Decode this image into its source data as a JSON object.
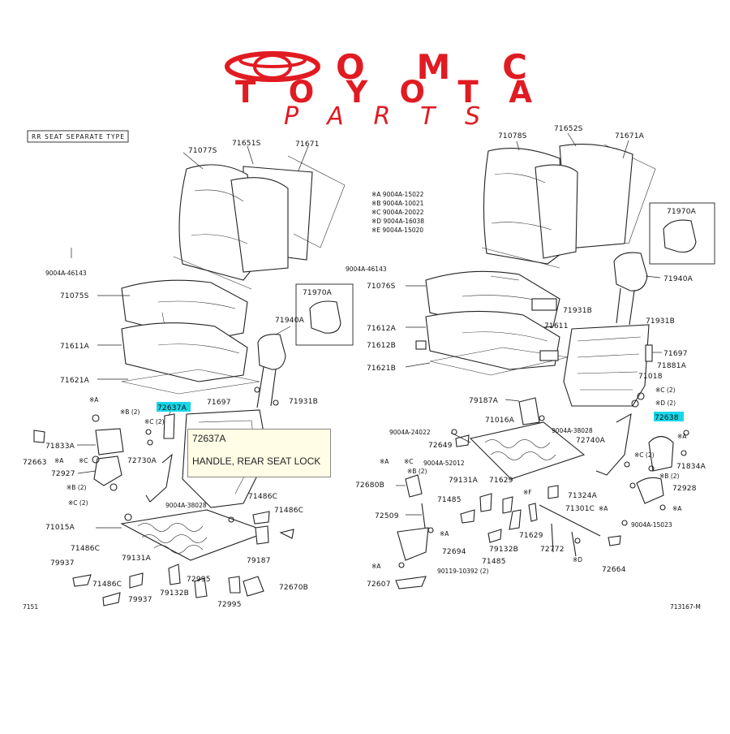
{
  "logo": {
    "line1": "OMC",
    "line2": "TOYOTA",
    "line3": "PARTS",
    "color": "#e11b22"
  },
  "header_box": "RR SEAT SEPARATE TYPE",
  "legend": [
    "※A 9004A-15022",
    "※B 9004A-10021",
    "※C 9004A-20022",
    "※D 9004A-16038",
    "※E 9004A-15020"
  ],
  "tooltip": {
    "code": "72637A",
    "name": "HANDLE, REAR SEAT LOCK"
  },
  "highlight_color": "#17d7e8",
  "labels": [
    "71077S",
    "71651S",
    "71671",
    "9004A-46143",
    "71075S",
    "71611A",
    "71621A",
    "72637A",
    "71697",
    "71940A",
    "71931B",
    "71970A",
    "※A",
    "※B (2)",
    "※C (2)",
    "71833A",
    "※A",
    "※C",
    "72663",
    "72927",
    "72730A",
    "※B (2)",
    "※C (2)",
    "9004A-38028",
    "71486C",
    "71486C",
    "71015A",
    "71486C",
    "79131A",
    "79937",
    "71486C",
    "79937",
    "79132B",
    "72995",
    "72995",
    "79187",
    "72670B",
    "7151",
    "71078S",
    "71652S",
    "71671A",
    "9004A-46143",
    "71076S",
    "71612A",
    "71612B",
    "71621B",
    "71611",
    "71931B",
    "71931B",
    "71940A",
    "71970A",
    "71697",
    "71881A",
    "71018",
    "※C (2)",
    "※D (2)",
    "72638",
    "79187A",
    "71016A",
    "9004A-24022",
    "72649",
    "9004A-38028",
    "72740A",
    "※A",
    "※C (2)",
    "71834A",
    "※B (2)",
    "72928",
    "※A",
    "72680B",
    "※A",
    "※C",
    "※B (2)",
    "9004A-52012",
    "79131A",
    "71629",
    "71485",
    "※F",
    "71324A",
    "72509",
    "71301C",
    "※A",
    "9004A-15023",
    "※A",
    "72694",
    "71629",
    "79132B",
    "72772",
    "71485",
    "※D",
    "72664",
    "※A",
    "90119-10392 (2)",
    "72607",
    "713167-M"
  ]
}
